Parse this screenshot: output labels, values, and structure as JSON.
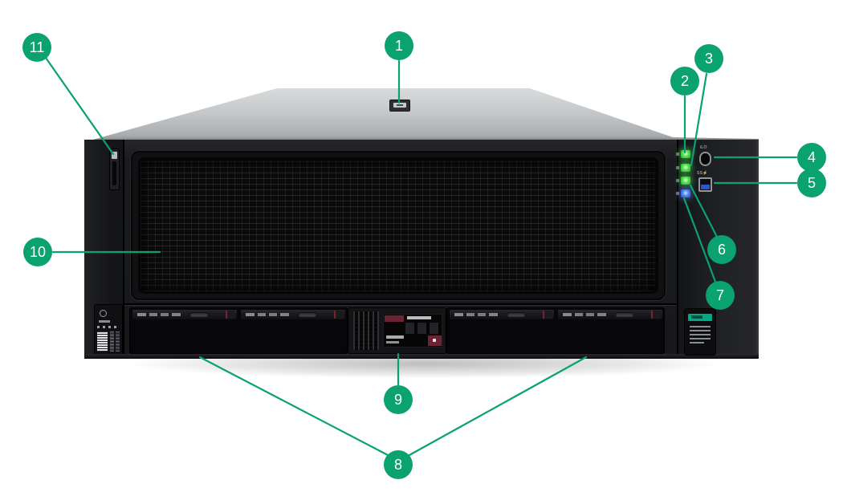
{
  "diagram": {
    "callouts": [
      {
        "number": "1"
      },
      {
        "number": "2"
      },
      {
        "number": "3"
      },
      {
        "number": "4"
      },
      {
        "number": "5"
      },
      {
        "number": "6"
      },
      {
        "number": "7"
      },
      {
        "number": "8"
      },
      {
        "number": "9"
      },
      {
        "number": "10"
      },
      {
        "number": "11"
      }
    ],
    "right_panel": {
      "ilo_port_label": "iLO",
      "usb_port_label": "SS⚡"
    },
    "colors": {
      "callout_green": "#0AA26E",
      "hpe_logo_green": "#01A982",
      "led_green": "#45D549",
      "led_blue": "#3E6FE2",
      "drive_accent_red": "#7E2230",
      "top_cover_silver": "#C6C9CB",
      "chassis_black": "#18191B"
    }
  }
}
